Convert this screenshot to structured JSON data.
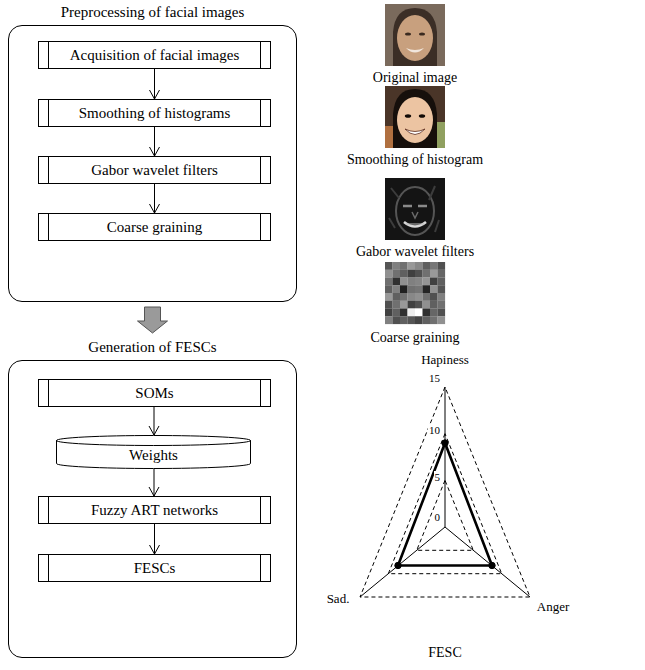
{
  "diagram": {
    "nodes": [
      {
        "text": [
          "Preprocessing of facial images"
        ]
      },
      {
        "text": [
          "Acquisition of facial images"
        ],
        "in": 0
      },
      {
        "text": [
          "Smoothing of histograms"
        ],
        "in": 0
      },
      {
        "text": [
          "Gabor wavelet filters"
        ],
        "in": 0
      },
      {
        "text": [
          "Coarse graining"
        ],
        "in": 0
      },
      {
        "text": [
          "Generation of FESCs"
        ]
      },
      {
        "text": [
          "SOMs"
        ],
        "in": 5
      },
      {
        "text": [
          "Weights"
        ],
        "in": 5
      },
      {
        "text": [
          "Fuzzy ART networks"
        ],
        "in": 5
      },
      {
        "text": [
          "FESCs"
        ],
        "in": 5
      }
    ],
    "edges": [
      {
        "from": 1,
        "to": 2,
        "arrow": "to"
      },
      {
        "from": 2,
        "to": 3,
        "arrow": "to"
      },
      {
        "from": 3,
        "to": 4,
        "arrow": "to"
      },
      {
        "from": 0,
        "to": 5,
        "arrow": "to"
      },
      {
        "from": 6,
        "to": 7,
        "arrow": "to"
      },
      {
        "from": 7,
        "to": 8,
        "arrow": "to"
      },
      {
        "from": 8,
        "to": 9,
        "arrow": "to"
      }
    ],
    "labels": [
      "Original image",
      "Smoothing of histogram",
      "Gabor wavelet filters",
      "Coarse graining",
      "Hapiness",
      "15",
      "10",
      "5",
      "0",
      "Sad.",
      "Anger",
      "FESC"
    ]
  }
}
